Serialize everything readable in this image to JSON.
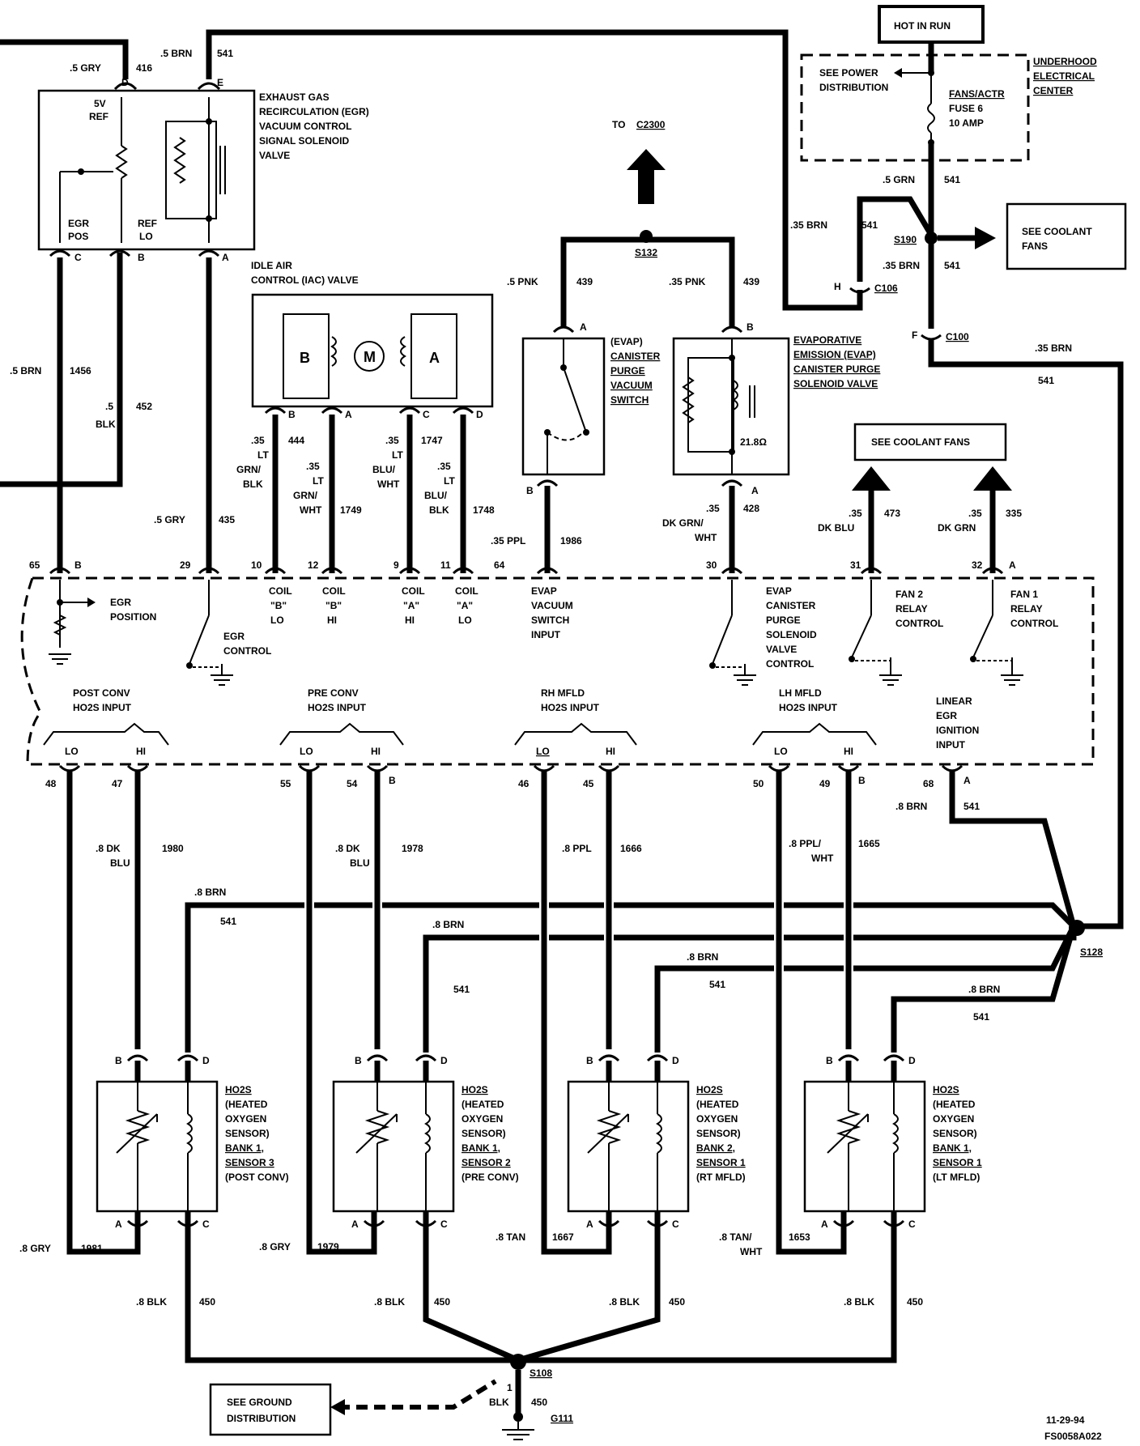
{
  "components": {
    "egr_valve": "EXHAUST GAS RECIRCULATION (EGR) VACUUM CONTROL SIGNAL SOLENOID VALVE",
    "egr_lines": [
      "EXHAUST GAS",
      "RECIRCULATION (EGR)",
      "VACUUM CONTROL",
      "SIGNAL SOLENOID",
      "VALVE"
    ],
    "egr_5v_ref": [
      "5V",
      "REF"
    ],
    "egr_pos": [
      "EGR",
      "POS"
    ],
    "egr_ref_lo": [
      "REF",
      "LO"
    ],
    "iac_title": [
      "IDLE AIR",
      "CONTROL (IAC) VALVE"
    ],
    "iac_b": "B",
    "iac_m": "M",
    "iac_a": "A",
    "to_c2300": [
      "TO",
      "C2300"
    ],
    "hot_in_run": "HOT IN RUN",
    "underhood": [
      "UNDERHOOD",
      "ELECTRICAL",
      "CENTER"
    ],
    "see_power": [
      "SEE POWER",
      "DISTRIBUTION"
    ],
    "fuse": [
      "FANS/ACTR",
      "FUSE 6",
      "10 AMP"
    ],
    "see_coolant_fans_1": [
      "SEE COOLANT",
      "FANS"
    ],
    "see_coolant_fans_2": "SEE COOLANT FANS",
    "evap_switch": [
      "(EVAP)",
      "CANISTER",
      "PURGE",
      "VACUUM",
      "SWITCH"
    ],
    "evap_solenoid": [
      "EVAPORATIVE",
      "EMISSION (EVAP)",
      "CANISTER PURGE",
      "SOLENOID VALVE"
    ],
    "evap_ohms": "21.8Ω",
    "see_ground": [
      "SEE GROUND",
      "DISTRIBUTION"
    ],
    "footer_date": "11-29-94",
    "footer_code": "FS0058A022"
  },
  "pcm_labels": {
    "egr_position": [
      "EGR",
      "POSITION"
    ],
    "egr_control": [
      "EGR",
      "CONTROL"
    ],
    "coil_b_lo": [
      "COIL",
      "\"B\"",
      "LO"
    ],
    "coil_b_hi": [
      "COIL",
      "\"B\"",
      "HI"
    ],
    "coil_a_hi": [
      "COIL",
      "\"A\"",
      "HI"
    ],
    "coil_a_lo": [
      "COIL",
      "\"A\"",
      "LO"
    ],
    "evap_vac_input": [
      "EVAP",
      "VACUUM",
      "SWITCH",
      "INPUT"
    ],
    "evap_purge_control": [
      "EVAP",
      "CANISTER",
      "PURGE",
      "SOLENOID",
      "VALVE",
      "CONTROL"
    ],
    "fan2": [
      "FAN 2",
      "RELAY",
      "CONTROL"
    ],
    "fan1": [
      "FAN 1",
      "RELAY",
      "CONTROL"
    ],
    "post_conv": [
      "POST CONV",
      "HO2S INPUT"
    ],
    "pre_conv": [
      "PRE CONV",
      "HO2S INPUT"
    ],
    "rh_mfld": [
      "RH MFLD",
      "HO2S INPUT"
    ],
    "lh_mfld": [
      "LH MFLD",
      "HO2S INPUT"
    ],
    "linear_egr": [
      "LINEAR",
      "EGR",
      "IGNITION",
      "INPUT"
    ],
    "lo": "LO",
    "hi": "HI"
  },
  "pins": {
    "p65": "65",
    "p29": "29",
    "p10": "10",
    "p12": "12",
    "p9": "9",
    "p11": "11",
    "p64": "64",
    "p30": "30",
    "p31": "31",
    "p32": "32",
    "p48": "48",
    "p47": "47",
    "p55": "55",
    "p54": "54",
    "p46": "46",
    "p45": "45",
    "p50": "50",
    "p49": "49",
    "p68": "68",
    "B": "B",
    "A": "A",
    "C": "C",
    "D": "D",
    "E": "E",
    "F": "F",
    "H": "H"
  },
  "wires": {
    "w_5gry_416": [
      ".5 GRY",
      "416"
    ],
    "w_5brn_541_top": [
      ".5 BRN",
      "541"
    ],
    "w_5brn_1456": [
      ".5 BRN",
      "1456"
    ],
    "w_5blk_452": [
      ".5",
      "BLK",
      "452"
    ],
    "w_5gry_435": [
      ".5 GRY",
      "435"
    ],
    "w_444": [
      ".35",
      "LT",
      "GRN/",
      "BLK",
      "444"
    ],
    "w_1749": [
      ".35",
      "LT",
      "GRN/",
      "WHT",
      "1749"
    ],
    "w_1747": [
      ".35",
      "LT",
      "BLU/",
      "WHT",
      "1747"
    ],
    "w_1748": [
      ".35",
      "LT",
      "BLU/",
      "BLK",
      "1748"
    ],
    "w_439a": [
      ".5 PNK",
      "439"
    ],
    "w_439b": [
      ".35 PNK",
      "439"
    ],
    "w_1986": [
      ".35 PPL",
      "1986"
    ],
    "w_428": [
      ".35",
      "DK GRN/",
      "WHT",
      "428"
    ],
    "w_473": [
      ".35",
      "DK BLU",
      "473"
    ],
    "w_335": [
      ".35",
      "DK GRN",
      "335"
    ],
    "w_5grn_541": [
      ".5 GRN",
      "541"
    ],
    "w_35brn_541a": [
      ".35 BRN",
      "541"
    ],
    "w_35brn_541b": [
      ".35 BRN",
      "541"
    ],
    "w_35brn_541c": [
      ".35 BRN",
      "541"
    ],
    "w_8brn_541_68": [
      ".8 BRN",
      "541"
    ],
    "w_1980": [
      ".8 DK",
      "BLU",
      "1980"
    ],
    "w_1978": [
      ".8 DK",
      "BLU",
      "1978"
    ],
    "w_1666": [
      ".8 PPL",
      "1666"
    ],
    "w_1665": [
      ".8 PPL/",
      "WHT",
      "1665"
    ],
    "w_8brn_541_1": [
      ".8 BRN",
      "541"
    ],
    "w_8brn_541_2": [
      ".8 BRN",
      "541"
    ],
    "w_8brn_541_3": [
      ".8 BRN",
      "541"
    ],
    "w_8brn_541_4": [
      ".8 BRN",
      "541"
    ],
    "w_1981": [
      ".8 GRY",
      "1981"
    ],
    "w_1979": [
      ".8 GRY",
      "1979"
    ],
    "w_1667": [
      ".8 TAN",
      "1667"
    ],
    "w_1653": [
      ".8 TAN/",
      "WHT",
      "1653"
    ],
    "w_450": [
      ".8 BLK",
      "450"
    ],
    "w_ground": [
      "1",
      "BLK",
      "450"
    ]
  },
  "splices": {
    "s132": "S132",
    "s190": "S190",
    "s128": "S128",
    "s108": "S108",
    "c100": "C100",
    "c106": "C106",
    "g111": "G111"
  },
  "sensors": [
    {
      "lines": [
        "HO2S",
        "(HEATED",
        "OXYGEN",
        "SENSOR)",
        "BANK 1,",
        "SENSOR 3",
        "(POST CONV)"
      ]
    },
    {
      "lines": [
        "HO2S",
        "(HEATED",
        "OXYGEN",
        "SENSOR)",
        "BANK 1,",
        "SENSOR 2",
        "(PRE CONV)"
      ]
    },
    {
      "lines": [
        "HO2S",
        "(HEATED",
        "OXYGEN",
        "SENSOR)",
        "BANK 2,",
        "SENSOR 1",
        "(RT MFLD)"
      ]
    },
    {
      "lines": [
        "HO2S",
        "(HEATED",
        "OXYGEN",
        "SENSOR)",
        "BANK 1,",
        "SENSOR 1",
        "(LT MFLD)"
      ]
    }
  ]
}
